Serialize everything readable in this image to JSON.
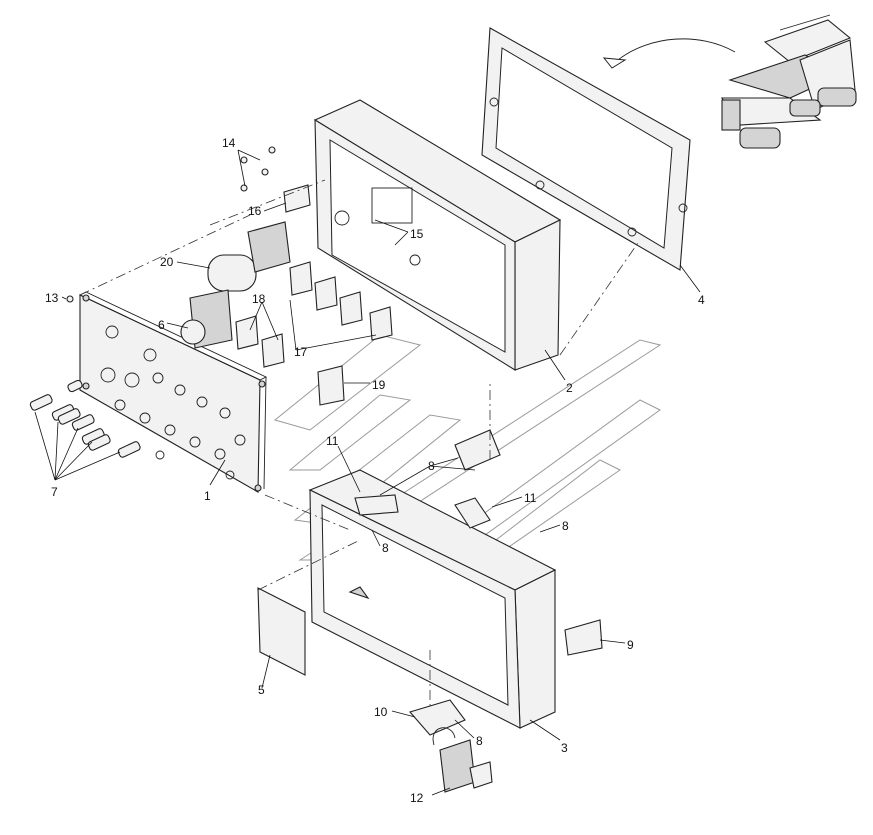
{
  "callouts": [
    {
      "id": "c1",
      "text": "1"
    },
    {
      "id": "c2",
      "text": "2"
    },
    {
      "id": "c3",
      "text": "3"
    },
    {
      "id": "c4",
      "text": "4"
    },
    {
      "id": "c5",
      "text": "5"
    },
    {
      "id": "c6",
      "text": "6"
    },
    {
      "id": "c7",
      "text": "7"
    },
    {
      "id": "c8a",
      "text": "8"
    },
    {
      "id": "c8b",
      "text": "8"
    },
    {
      "id": "c8c",
      "text": "8"
    },
    {
      "id": "c8d",
      "text": "8"
    },
    {
      "id": "c9",
      "text": "9"
    },
    {
      "id": "c10",
      "text": "10"
    },
    {
      "id": "c11a",
      "text": "11"
    },
    {
      "id": "c11b",
      "text": "11"
    },
    {
      "id": "c12",
      "text": "12"
    },
    {
      "id": "c13",
      "text": "13"
    },
    {
      "id": "c14",
      "text": "14"
    },
    {
      "id": "c15",
      "text": "15"
    },
    {
      "id": "c16",
      "text": "16"
    },
    {
      "id": "c17",
      "text": "17"
    },
    {
      "id": "c18",
      "text": "18"
    },
    {
      "id": "c19",
      "text": "19"
    },
    {
      "id": "c20",
      "text": "20"
    }
  ]
}
